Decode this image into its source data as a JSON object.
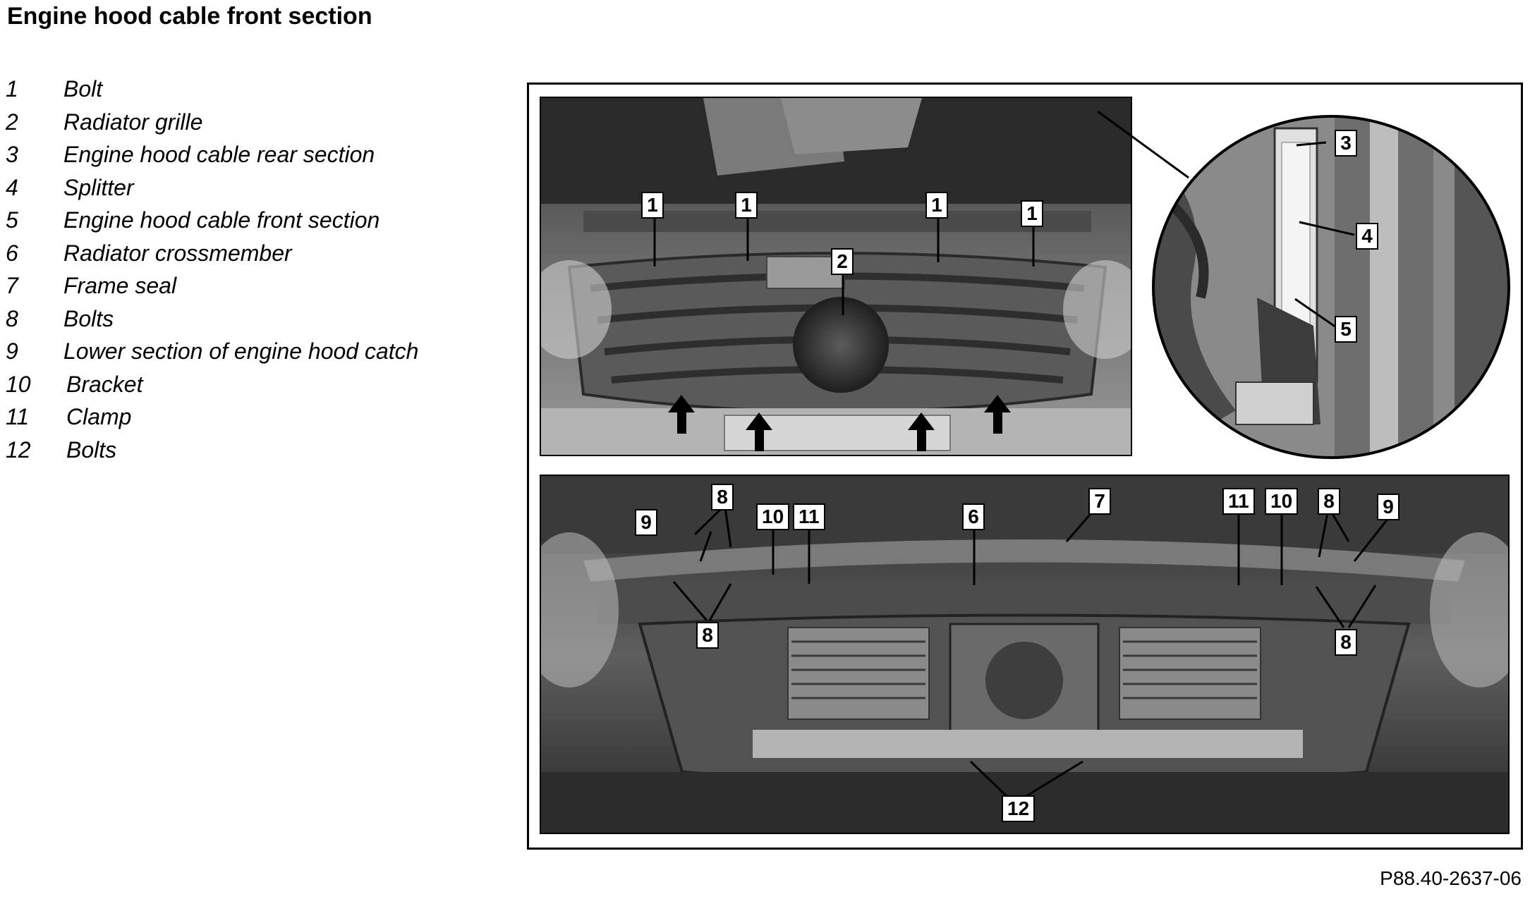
{
  "title": "Engine hood cable front section",
  "legend": [
    {
      "num": "1",
      "label": "Bolt"
    },
    {
      "num": "2",
      "label": "Radiator grille"
    },
    {
      "num": "3",
      "label": "Engine hood cable rear section"
    },
    {
      "num": "4",
      "label": "Splitter"
    },
    {
      "num": "5",
      "label": "Engine hood cable front section"
    },
    {
      "num": "6",
      "label": "Radiator crossmember"
    },
    {
      "num": "7",
      "label": "Frame seal"
    },
    {
      "num": "8",
      "label": "Bolts"
    },
    {
      "num": "9",
      "label": "Lower section of engine hood catch"
    },
    {
      "num": "10",
      "label": "Bracket"
    },
    {
      "num": "11",
      "label": "Clamp"
    },
    {
      "num": "12",
      "label": "Bolts"
    }
  ],
  "figure_ref": "P88.40-2637-06"
}
